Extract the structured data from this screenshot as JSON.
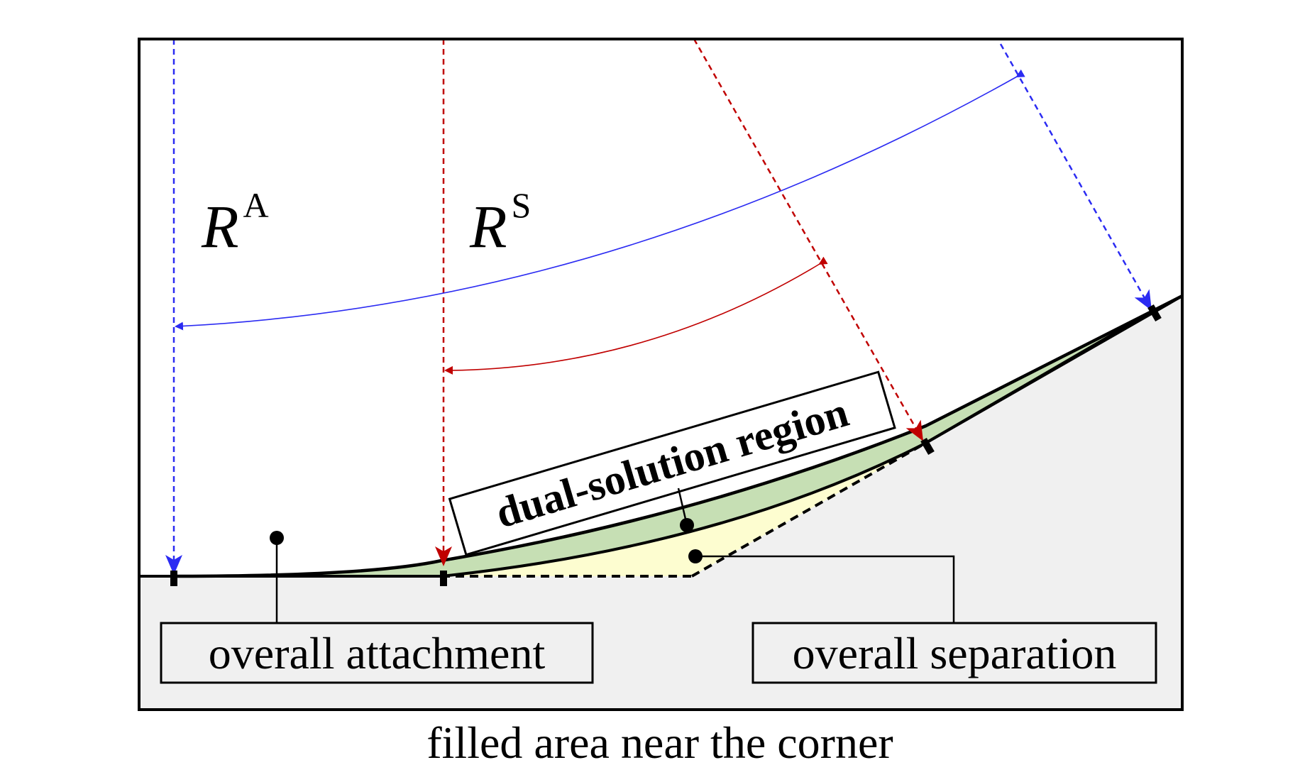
{
  "labels": {
    "r_attachment_symbol": "R",
    "r_attachment_superscript": "A",
    "r_separation_symbol": "R",
    "r_separation_superscript": "S",
    "dual_solution_region": "dual-solution region",
    "overall_attachment": "overall attachment",
    "overall_separation": "overall separation",
    "caption": "filled area near the corner"
  },
  "colors": {
    "attachment_marker": "#2b2bf2",
    "separation_marker": "#c00000",
    "dual_solution_fill": "#c6dfb4",
    "overall_separation_fill": "#fdfdd0",
    "solid_ground_fill": "#f0f0f0",
    "outline": "#000000"
  }
}
